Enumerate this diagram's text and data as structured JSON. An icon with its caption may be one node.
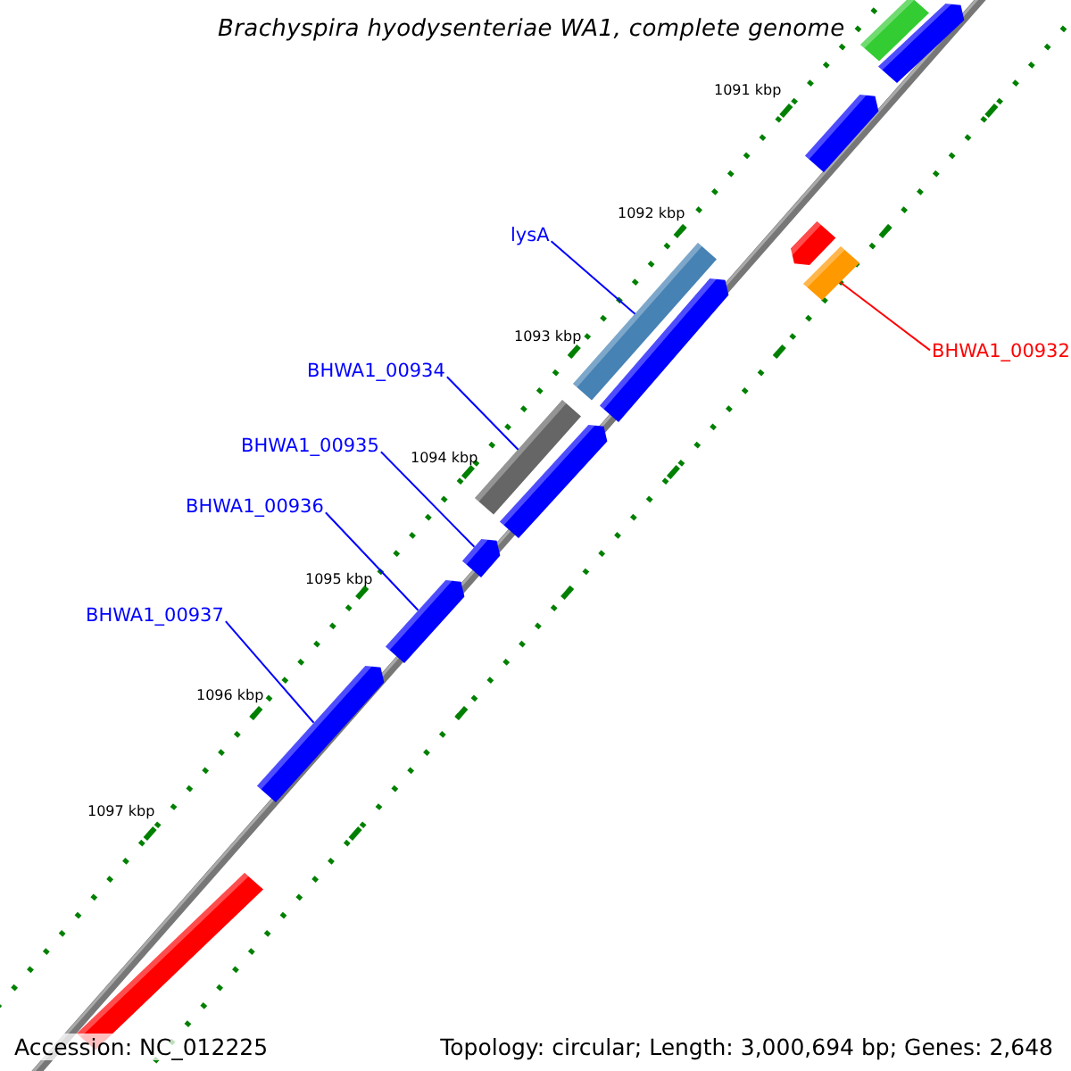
{
  "diagram": {
    "title": "Brachyspira hyodysenteriae WA1, complete genome",
    "nodes": [
      {
        "text": [
          "lysA"
        ]
      },
      {
        "text": [
          "BHWA1_00934"
        ]
      },
      {
        "text": [
          "BHWA1_00935"
        ]
      },
      {
        "text": [
          "BHWA1_00936"
        ]
      },
      {
        "text": [
          "BHWA1_00937"
        ]
      },
      {
        "text": [
          "BHWA1_00932"
        ]
      },
      {
        "text": [],
        "shape": "bar"
      },
      {
        "text": [],
        "shape": "bar"
      },
      {
        "text": [],
        "shape": "bar"
      },
      {
        "text": [],
        "shape": "bar"
      },
      {
        "text": [],
        "shape": "bar"
      },
      {
        "text": [],
        "shape": "bar"
      },
      {
        "text": [],
        "shape": "bar"
      },
      {
        "text": [],
        "shape": "bar"
      },
      {
        "text": [],
        "shape": "bar"
      },
      {
        "text": [],
        "shape": "bar"
      },
      {
        "text": [],
        "shape": "bar"
      },
      {
        "text": [],
        "shape": "bar"
      },
      {
        "text": [],
        "shape": "bar"
      }
    ],
    "edges": [
      {
        "from": 0,
        "to": 11,
        "arrow": "none"
      },
      {
        "from": 1,
        "to": 13,
        "arrow": "none"
      },
      {
        "from": 2,
        "to": 15,
        "arrow": "none"
      },
      {
        "from": 3,
        "to": 16,
        "arrow": "none"
      },
      {
        "from": 4,
        "to": 17,
        "arrow": "none"
      },
      {
        "from": 5,
        "to": 10,
        "arrow": "none",
        "color": "#ff0000"
      }
    ],
    "labels": [
      "1091 kbp",
      "1092 kbp",
      "1093 kbp",
      "1094 kbp",
      "1095 kbp",
      "1096 kbp",
      "1097 kbp",
      "Accession: NC_012225",
      "Topology: circular; Length: 3,000,694 bp; Genes: 2,648"
    ]
  }
}
